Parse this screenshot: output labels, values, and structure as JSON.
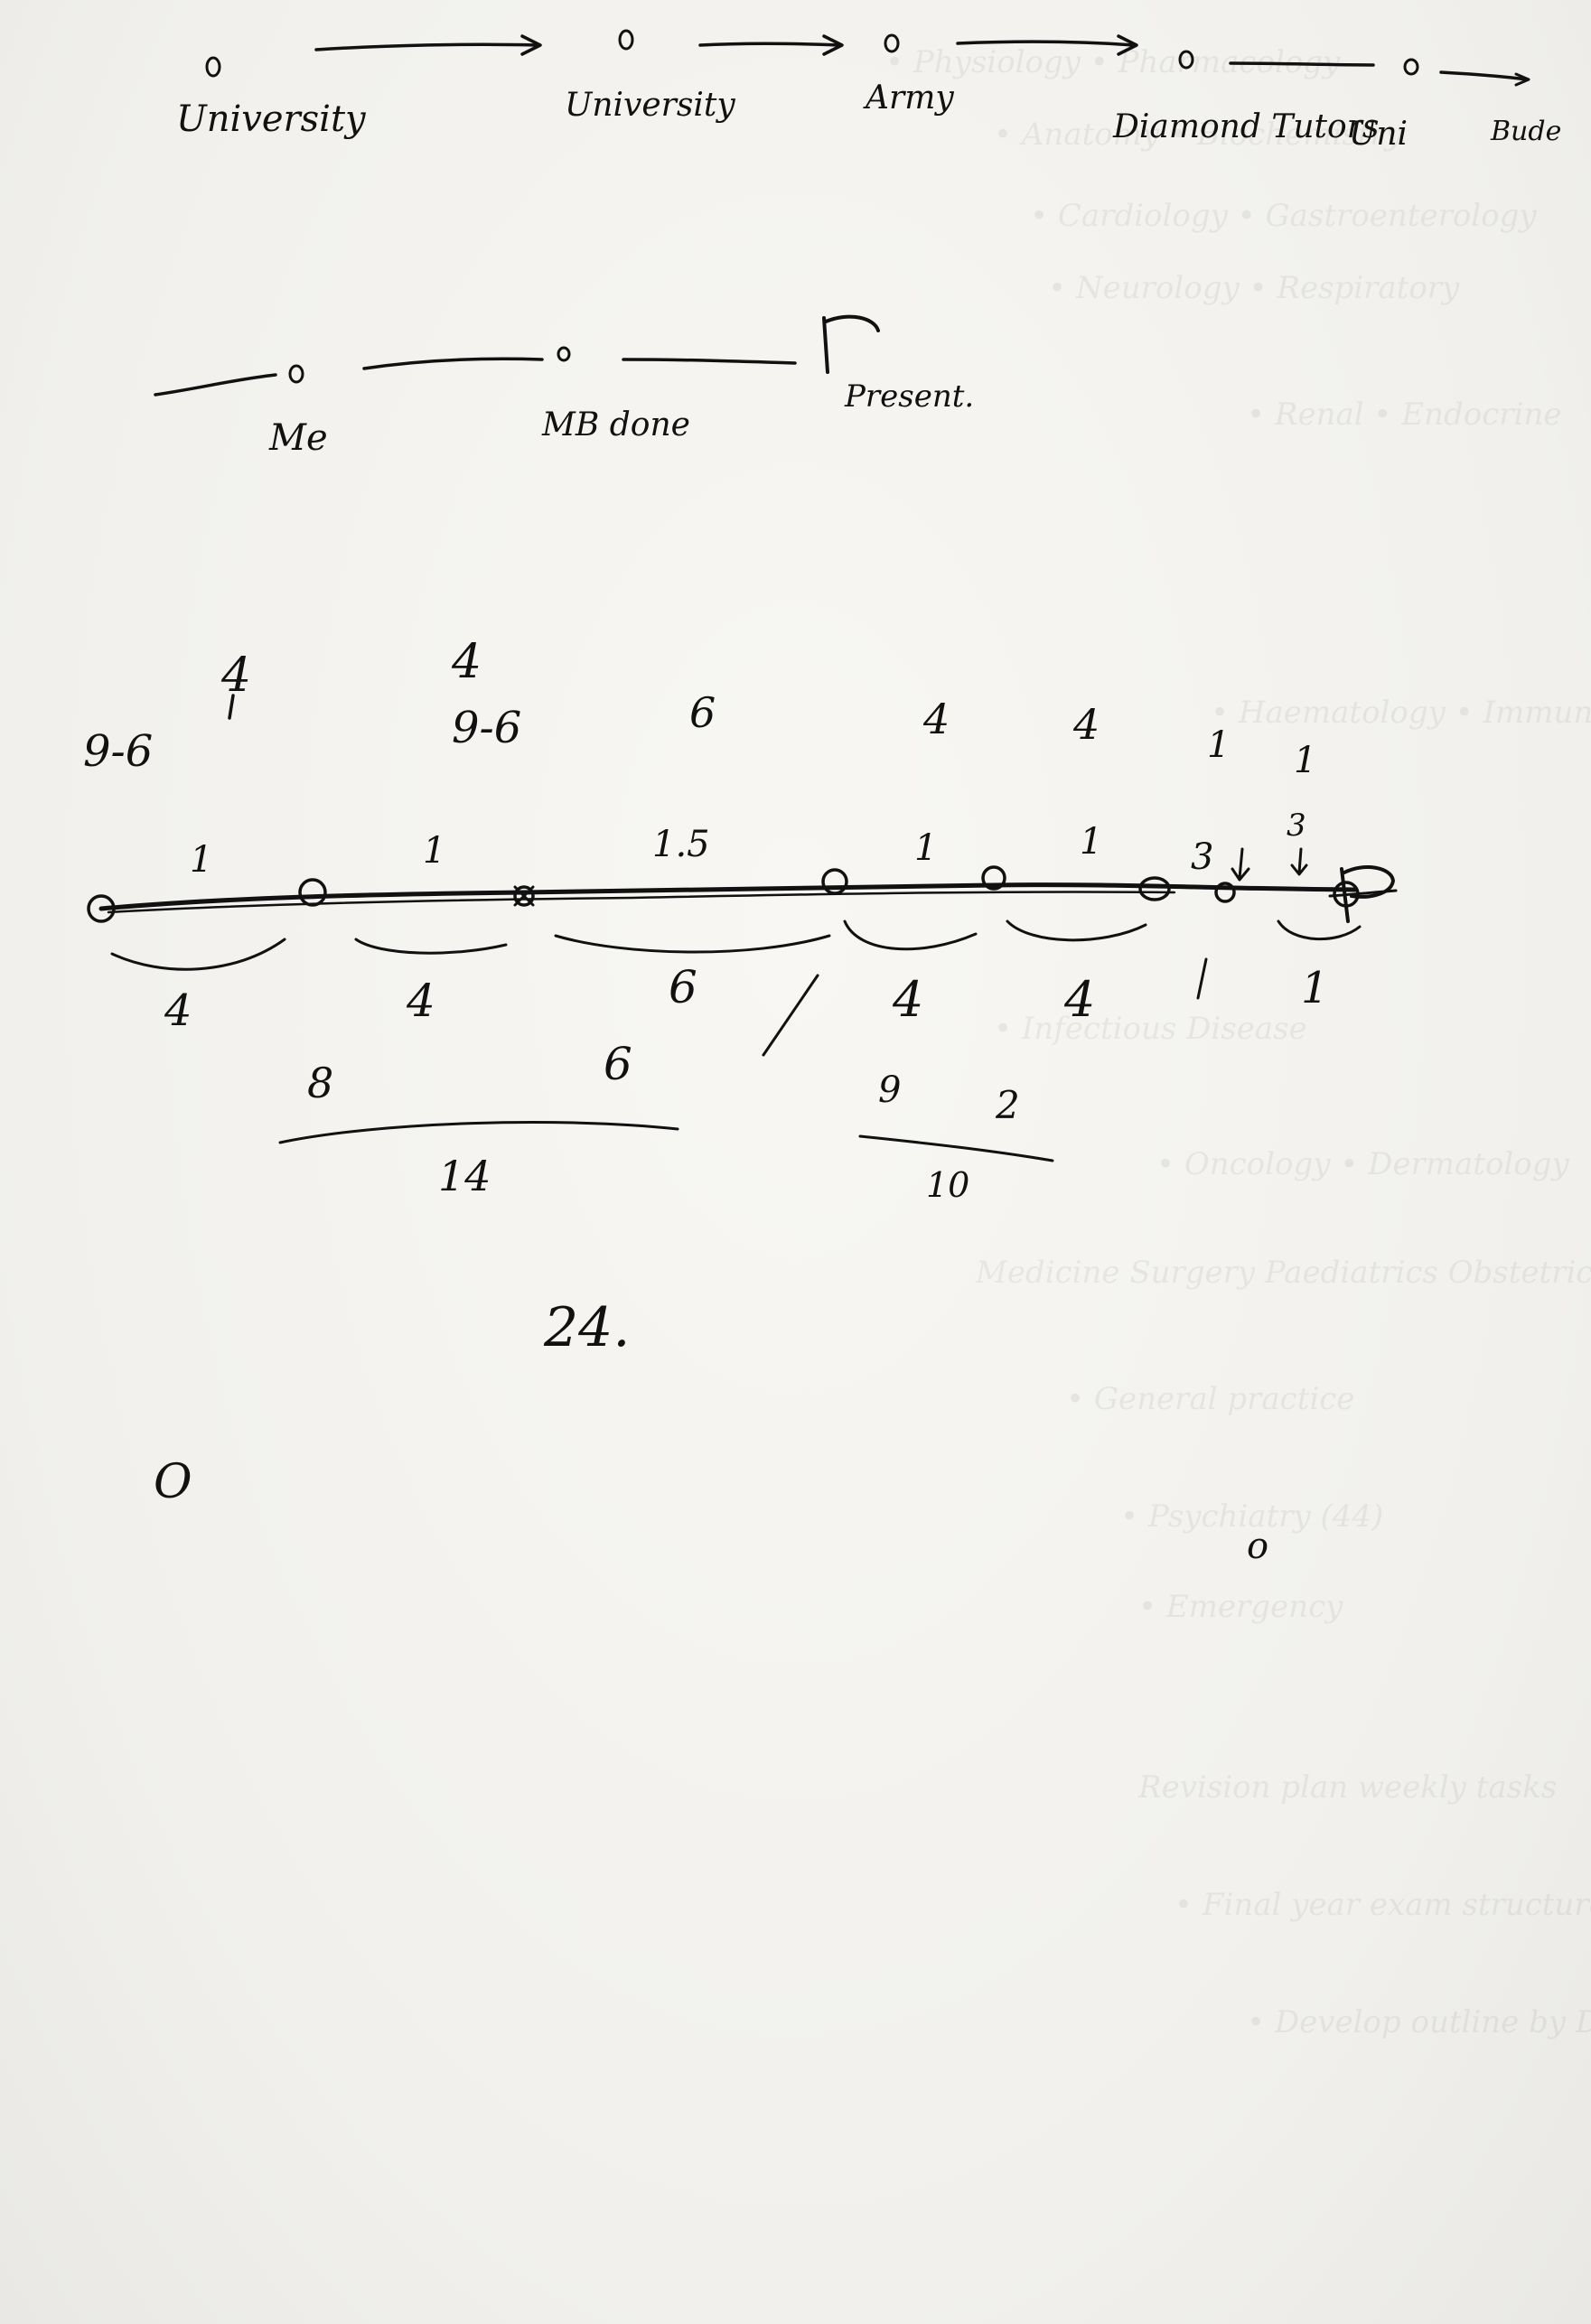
{
  "timeline_1": {
    "nodes": [
      "University",
      "University",
      "Army",
      "Diamond Tutors",
      "Uni",
      "Bude"
    ]
  },
  "timeline_2": {
    "nodes": [
      "Me",
      "MB done",
      "Present."
    ]
  },
  "main_timeline": {
    "top_row_1": [
      "4",
      "4"
    ],
    "top_row_2": [
      "9-6",
      "9-6",
      "6",
      "4",
      "4",
      "1",
      "1"
    ],
    "segment_labels": [
      "1",
      "1",
      "1.5",
      "1",
      "1",
      "3",
      "3"
    ],
    "end_label": "P",
    "bracket_labels": [
      "4",
      "4",
      "6",
      "4",
      "4",
      "1"
    ],
    "sub_labels": [
      "8",
      "6",
      "9",
      "2"
    ],
    "group_totals": [
      "14",
      "10"
    ],
    "grand_total": "24."
  },
  "stray_marks": [
    "O",
    "o"
  ]
}
